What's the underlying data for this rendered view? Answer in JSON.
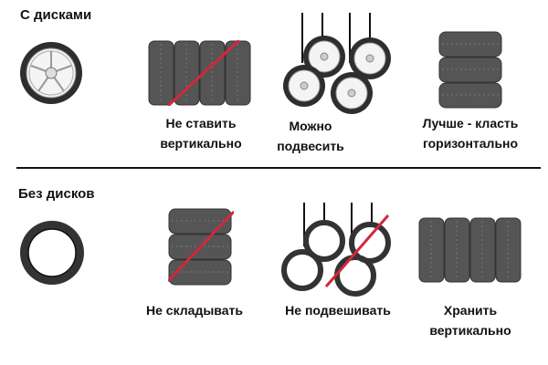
{
  "sections": [
    {
      "title": "С дисками",
      "items": [
        {
          "icon": "wheel-with-rim",
          "label": ""
        },
        {
          "icon": "tires-vertical-crossed",
          "label_lines": [
            "Не ставить",
            "вертикально"
          ]
        },
        {
          "icon": "wheels-hanging",
          "label_lines": [
            "Можно",
            "подвесить"
          ]
        },
        {
          "icon": "tires-stacked",
          "label_lines": [
            "Лучше - класть",
            "горизонтально"
          ]
        }
      ]
    },
    {
      "title": "Без дисков",
      "items": [
        {
          "icon": "tire-without-rim",
          "label": ""
        },
        {
          "icon": "tires-stacked-crossed",
          "label_lines": [
            "Не складывать"
          ]
        },
        {
          "icon": "tires-hanging-crossed",
          "label_lines": [
            "Не подвешивать"
          ]
        },
        {
          "icon": "tires-vertical",
          "label_lines": [
            "Хранить",
            "вертикально"
          ]
        }
      ]
    }
  ],
  "colors": {
    "tire": "#4a4a4a",
    "tire_dark": "#2a2a2a",
    "strike": "#d0283a",
    "text": "#111111"
  }
}
